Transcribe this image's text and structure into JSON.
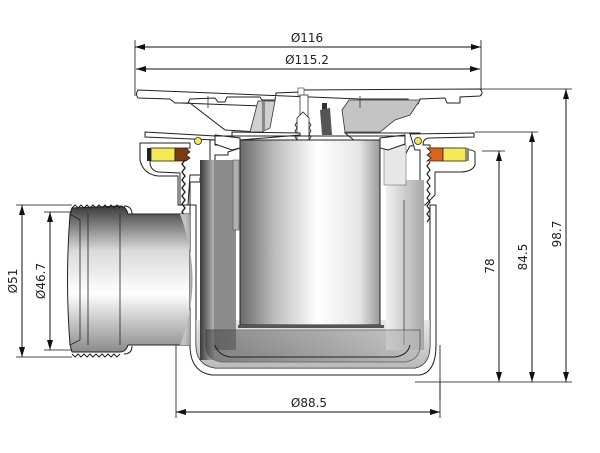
{
  "drawing": {
    "type": "technical-cross-section",
    "subject": "shower drain trap",
    "units": "mm"
  },
  "dimensions": {
    "top_outer_diameter": {
      "symbol": "Ø",
      "value": "116",
      "label": "Ø116"
    },
    "top_inner_diameter": {
      "symbol": "Ø",
      "value": "115.2",
      "label": "Ø115.2"
    },
    "bottom_diameter": {
      "symbol": "Ø",
      "value": "88.5",
      "label": "Ø88.5"
    },
    "outlet_outer_diameter": {
      "symbol": "Ø",
      "value": "51",
      "label": "Ø51"
    },
    "outlet_inner_diameter": {
      "symbol": "Ø",
      "value": "46.7",
      "label": "Ø46.7"
    },
    "height_to_flange": {
      "value": "78",
      "label": "78"
    },
    "height_to_clamp_ring": {
      "value": "84.5",
      "label": "84.5"
    },
    "total_height": {
      "value": "98.7",
      "label": "98.7"
    }
  },
  "colors": {
    "background": "#ffffff",
    "line": "#111111",
    "seal_yellow": "#f5ea55",
    "seal_orange": "#d9661a",
    "seal_brown": "#7a3a12",
    "oring_yellow": "#f3e65a",
    "grille_gray": "#c8c8c8",
    "body_dark": "#4a4a4a"
  }
}
